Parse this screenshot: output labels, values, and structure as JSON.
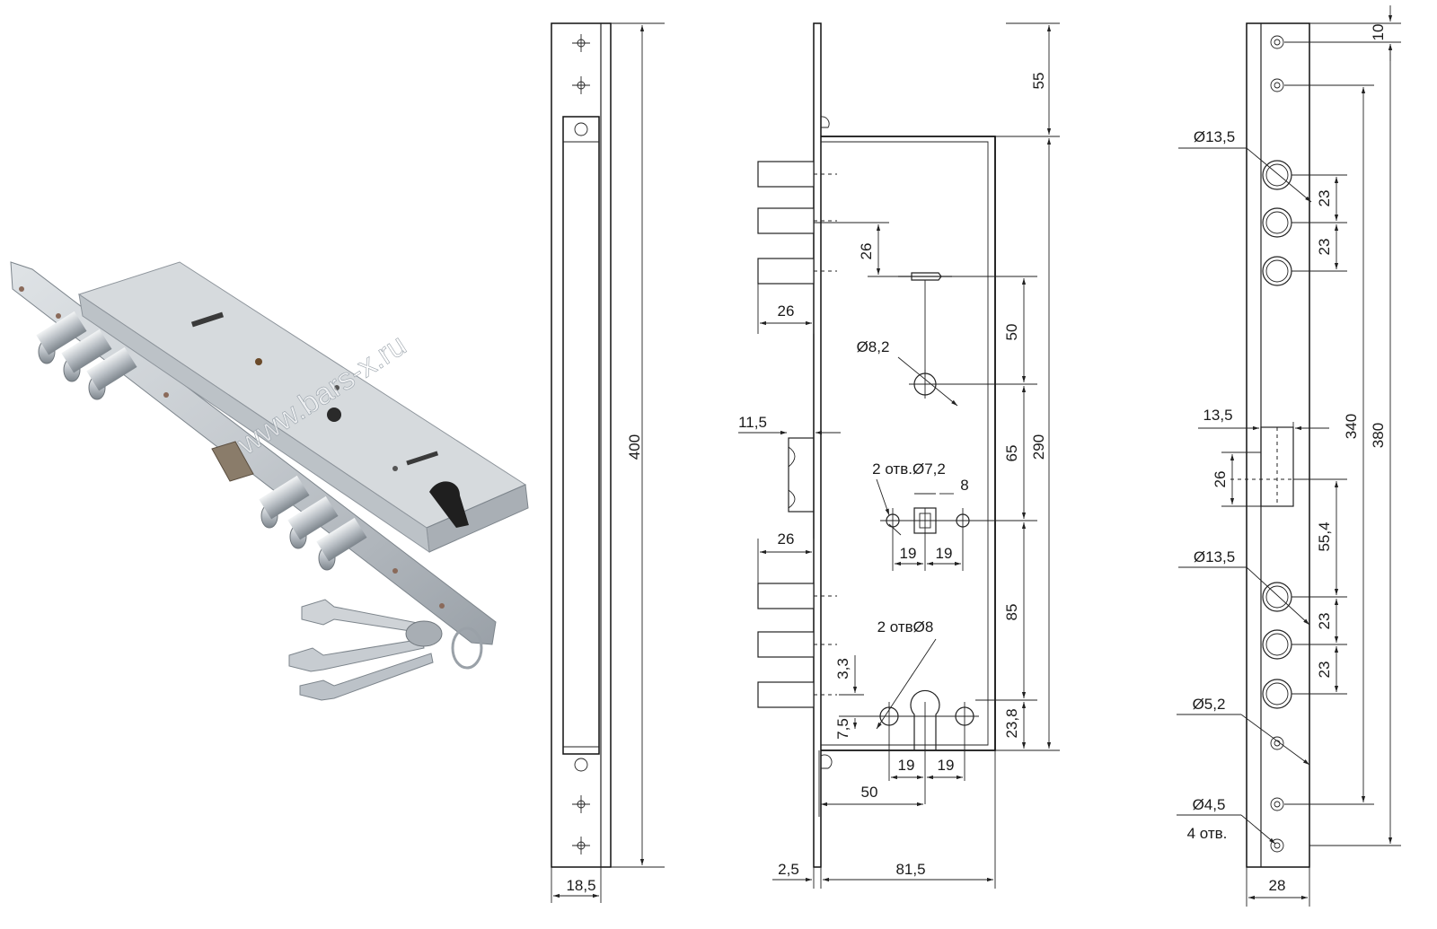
{
  "watermark": "www.bars-x.ru",
  "colors": {
    "line": "#222222",
    "steel": "#c9ced3",
    "steel_dark": "#8d949b",
    "background": "#ffffff"
  },
  "strike_plate": {
    "height": "400",
    "width": "18,5"
  },
  "lock_body": {
    "top": "55",
    "bolt_pitch": "26",
    "bolt_length": "26",
    "latch_offset": "11,5",
    "lower_bolt_length": "26",
    "spindle_hole": "Ø8,2",
    "hole_spacing_top": "50",
    "height": "290",
    "hole_spacing_mid": "65",
    "hole_spacing_low": "85",
    "two_holes_upper": "2 отв.Ø7,2",
    "square": "8",
    "spacing_left": "19",
    "spacing_right": "19",
    "two_holes_lower": "2 отвØ8",
    "cyl_offset": "3,3",
    "cyl_hole_offset": "7,5",
    "cyl_spacing_left": "19",
    "cyl_spacing_right": "19",
    "bottom": "23,8",
    "backset": "50",
    "faceplate_thickness": "2,5",
    "case_depth": "81,5"
  },
  "faceplate": {
    "top_offset": "10",
    "bolt_hole_upper": "Ø13,5",
    "bolt_pitch_upper_1": "23",
    "bolt_pitch_upper_2": "23",
    "latch_width": "13,5",
    "latch_height": "26",
    "mount_spacing": "340",
    "overall_length": "380",
    "latch_to_bolt": "55,4",
    "bolt_hole_lower": "Ø13,5",
    "bolt_pitch_lower_1": "23",
    "bolt_pitch_lower_2": "23",
    "screw_hole_large": "Ø5,2",
    "screw_hole_small": "Ø4,5",
    "screw_hole_count": "4 отв.",
    "width": "28"
  }
}
